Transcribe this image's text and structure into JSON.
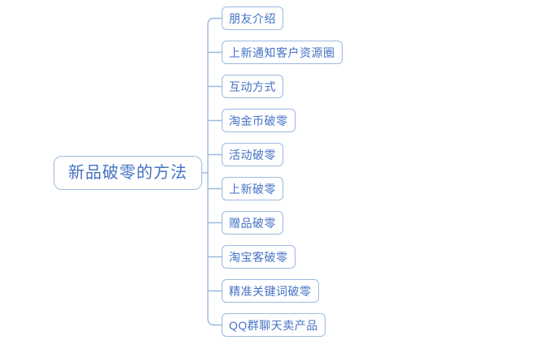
{
  "diagram": {
    "type": "mind-map",
    "orientation": "left-to-right",
    "colors": {
      "border": "#9cb9e0",
      "text": "#4472c4",
      "connector": "#9cb9e0",
      "background": "#ffffff"
    },
    "root": {
      "label": "新品破零的方法"
    },
    "branches": [
      {
        "label": "朋友介绍"
      },
      {
        "label": "上新通知客户资源圈"
      },
      {
        "label": "互动方式"
      },
      {
        "label": "淘金币破零"
      },
      {
        "label": "活动破零"
      },
      {
        "label": "上新破零"
      },
      {
        "label": "赠品破零"
      },
      {
        "label": "淘宝客破零"
      },
      {
        "label": "精准关键词破零"
      },
      {
        "label": "QQ群聊天卖产品"
      }
    ]
  }
}
